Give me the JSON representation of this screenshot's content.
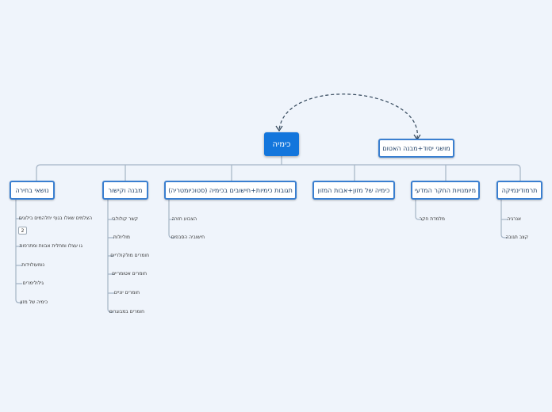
{
  "root": {
    "label": "כימיה"
  },
  "floating": {
    "label": "מושגי יסוד+מבנה האטום"
  },
  "topics": [
    {
      "label": "נושאי בחירה",
      "items": [
        "הצלמים שאלו בגוף יחלהמים בילוגים",
        "גו עצלו ומחלית אבוות ומתרפות",
        "נומעולוידות",
        "גילולימרים",
        "כימיה של מזון"
      ]
    },
    {
      "label": "מבנה וקישור",
      "items": [
        "קשר קולולבי",
        "מוליולות",
        "חומרים מולקולריים",
        "חומרים אטומריים",
        "חומרים יוניים",
        "חומרים במבוגרים"
      ]
    },
    {
      "label": "תגובות כימיות+חישובים בכימיה (סטוכיומטריה)",
      "items": [
        "הצבוע חזרה",
        "חישוביה הסבפים"
      ]
    },
    {
      "label": "כימיה של מזון+אבות המזון",
      "items": []
    },
    {
      "label": "מיומנויות החקר המדעי",
      "items": [
        "מלמדת חקר"
      ]
    },
    {
      "label": "תרמודינמיקה",
      "items": [
        "אנרגיה",
        "קצב תגובה"
      ]
    }
  ],
  "badge": "2",
  "colors": {
    "root": "#1376dc",
    "border": "#3a7fd0",
    "line": "#a5b4c5",
    "dash": "#33475b"
  }
}
